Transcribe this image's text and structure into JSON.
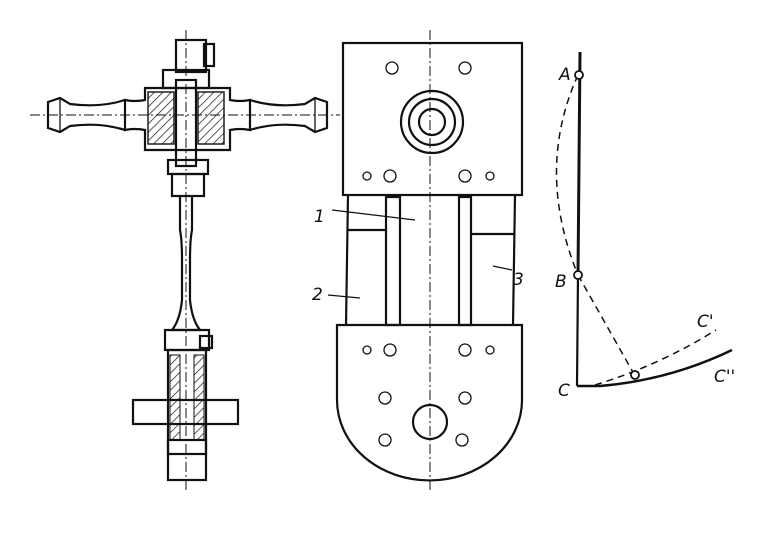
{
  "labels": {
    "part1": "1",
    "part2": "2",
    "part3": "3",
    "point_a": "A",
    "point_b": "B",
    "point_c": "C",
    "curve_c1": "C'",
    "curve_c2": "C''"
  },
  "colors": {
    "ink": "#111111",
    "paper": "#ffffff"
  }
}
